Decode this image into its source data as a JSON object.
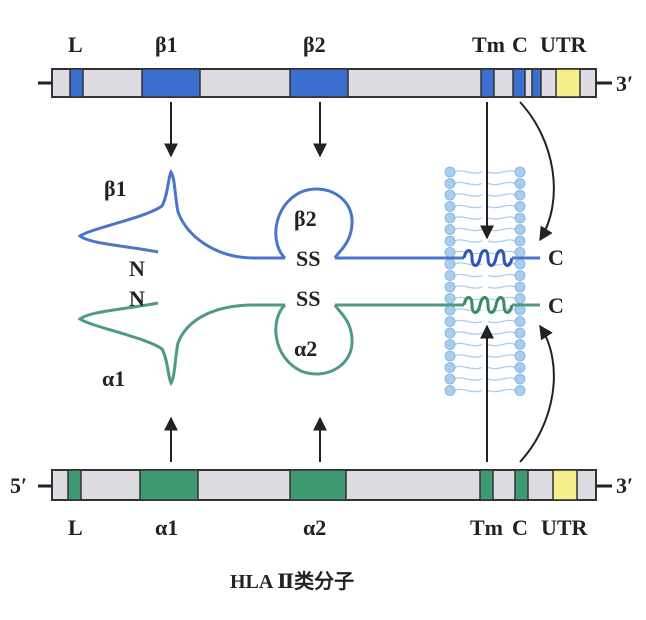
{
  "gene_top": {
    "label_l": "L",
    "label_beta1": "β1",
    "label_beta2": "β2",
    "label_tm": "Tm",
    "label_c": "C",
    "label_utr": "UTR",
    "end_3": "3′"
  },
  "gene_bottom": {
    "end_5": "5′",
    "end_3": "3′",
    "label_l": "L",
    "label_alpha1": "α1",
    "label_alpha2": "α2",
    "label_tm": "Tm",
    "label_c": "C",
    "label_utr": "UTR"
  },
  "protein": {
    "beta1": "β1",
    "beta2": "β2",
    "alpha1": "α1",
    "alpha2": "α2",
    "n_top": "N",
    "n_bottom": "N",
    "ss_top": "SS",
    "ss_bottom": "SS",
    "c_top": "C",
    "c_bottom": "C"
  },
  "caption": "HLA Ⅱ类分子",
  "colors": {
    "beta_exon": "#3a6fcf",
    "alpha_exon": "#3f9a72",
    "utr": "#f5ee8a",
    "intron": "#dcdce2",
    "beta_chain": "#4a76c9",
    "alpha_chain": "#4f9a82",
    "membrane": "#a9cdee"
  }
}
